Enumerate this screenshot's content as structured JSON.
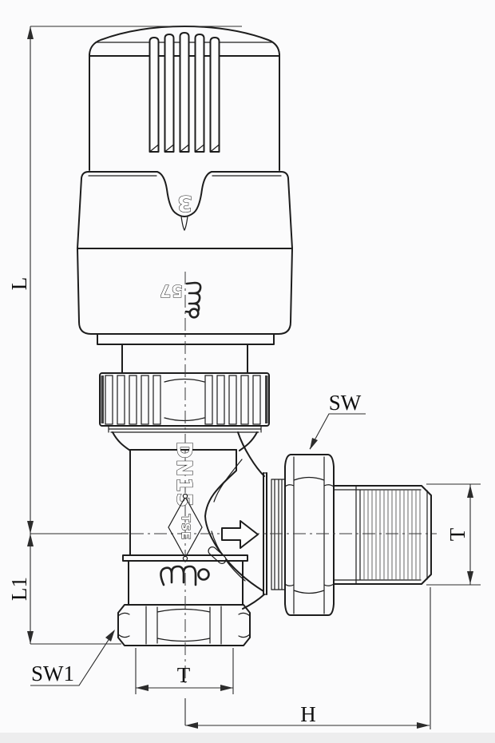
{
  "drawing_labels": {
    "L": "L",
    "L1": "L1",
    "SW": "SW",
    "SW1": "SW1",
    "T_bottom": "T",
    "T_side": "T",
    "H": "H"
  },
  "part_markings": {
    "nominal_size": "DN15",
    "cert_mark": "TSE",
    "head_setting": "3",
    "head_code": "57"
  },
  "icons": {
    "flow_direction": "flow-arrow-right",
    "brand_mark": "coil-spring-logo",
    "certification_mark": "tse-diamond"
  },
  "colors": {
    "background": "#fbfbfc",
    "line": "#1d1d1d",
    "dimension_line": "#2c2c2c"
  }
}
